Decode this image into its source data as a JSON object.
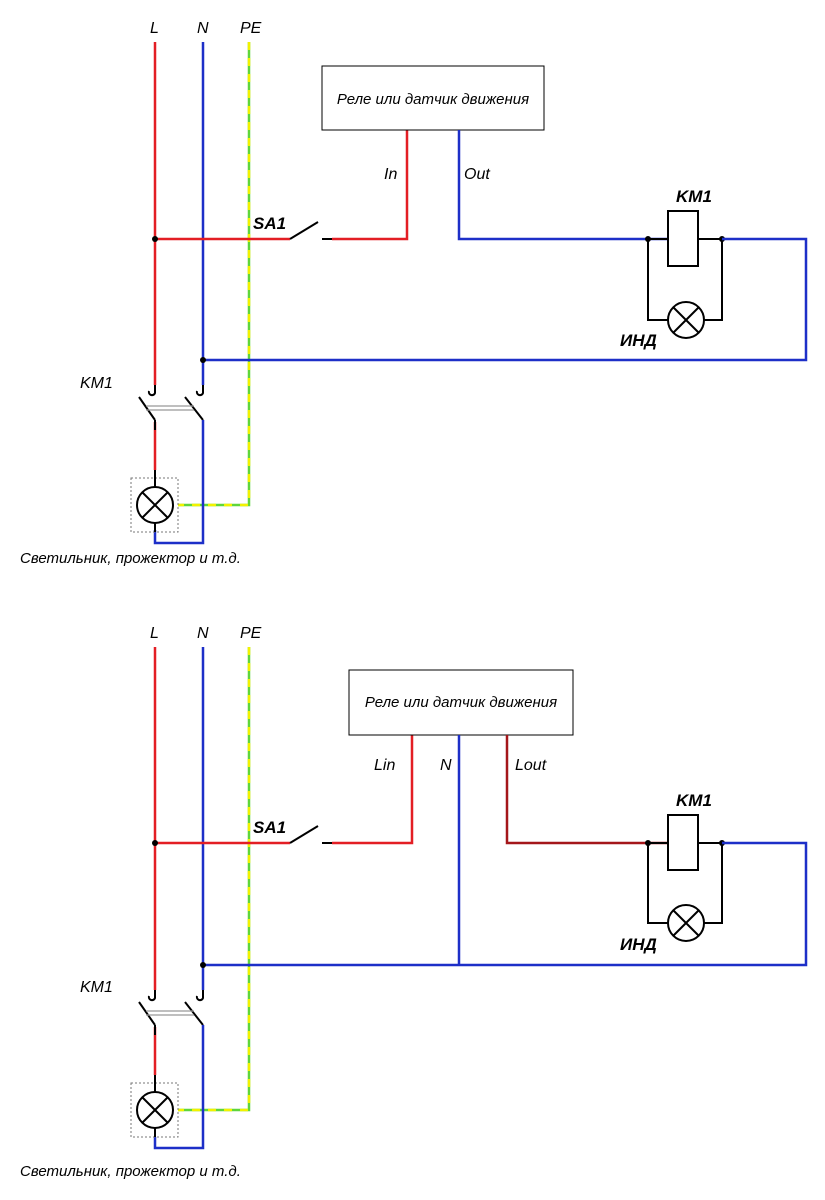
{
  "colors": {
    "phase": "#e31e24",
    "neutral": "#1d2fc8",
    "pe_green": "#5fd63a",
    "pe_yellow": "#f2f200",
    "lout": "#a4161a",
    "black": "#000000"
  },
  "diagrams": [
    {
      "bus_labels": {
        "l": "L",
        "n": "N",
        "pe": "PE"
      },
      "box_text": "Реле или датчик движения",
      "in_label": "In",
      "out_label": "Out",
      "switch_label": "SA1",
      "coil_label": "KM1",
      "indicator_label": "ИНД",
      "contactor_label": "KM1",
      "caption": "Светильник, прожектор и т.д."
    },
    {
      "bus_labels": {
        "l": "L",
        "n": "N",
        "pe": "PE"
      },
      "box_text": "Реле или датчик движения",
      "in_label": "Lin",
      "n_label": "N",
      "out_label": "Lout",
      "switch_label": "SA1",
      "coil_label": "KM1",
      "indicator_label": "ИНД",
      "contactor_label": "KM1",
      "caption": "Светильник, прожектор и т.д."
    }
  ]
}
